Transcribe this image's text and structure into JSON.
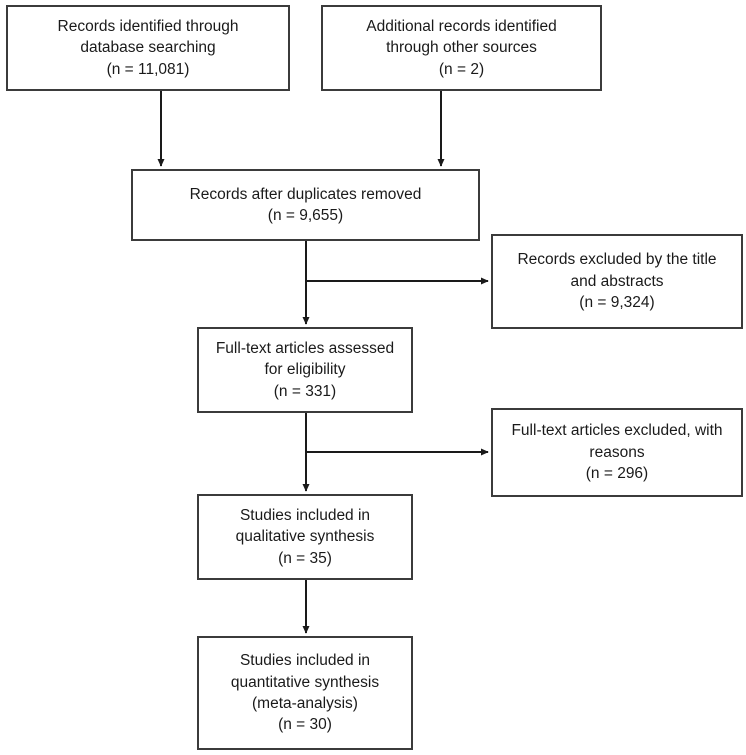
{
  "diagram": {
    "title": "PRISMA study selection flow diagram",
    "type": "flowchart",
    "line_color": "#3b3b3b",
    "text_color": "#1a1a1a",
    "background": "#ffffff"
  },
  "nodes": {
    "db_records": {
      "name": "records-identified-database",
      "lines": [
        "Records identified through",
        "database searching",
        "(n = 11,081)"
      ],
      "count": 11081
    },
    "other_records": {
      "name": "records-identified-other-sources",
      "lines": [
        "Additional records identified",
        "through other sources",
        "(n = 2)"
      ],
      "count": 2
    },
    "after_duplicates": {
      "name": "records-after-duplicates-removed",
      "lines": [
        "Records after duplicates removed",
        "(n = 9,655)"
      ],
      "count": 9655
    },
    "excluded_title": {
      "name": "records-excluded-title-abstract",
      "lines": [
        "Records excluded by the title",
        "and abstracts",
        "(n = 9,324)"
      ],
      "count": 9324
    },
    "fulltext_assessed": {
      "name": "fulltext-articles-assessed",
      "lines": [
        "Full-text articles assessed",
        "for eligibility",
        "(n = 331)"
      ],
      "count": 331
    },
    "fulltext_excluded": {
      "name": "fulltext-articles-excluded",
      "lines": [
        "Full-text articles excluded, with",
        "reasons",
        "(n = 296)"
      ],
      "count": 296
    },
    "qualitative": {
      "name": "studies-qualitative-synthesis",
      "lines": [
        "Studies included in",
        "qualitative synthesis",
        "(n = 35)"
      ],
      "count": 35
    },
    "quantitative": {
      "name": "studies-quantitative-synthesis",
      "lines": [
        "Studies included in",
        "quantitative synthesis",
        "(meta-analysis)",
        "(n = 30)"
      ],
      "count": 30
    }
  },
  "edges": [
    {
      "name": "edge-db-to-duplicates",
      "from": "db_records",
      "to": "after_duplicates",
      "direction": "down"
    },
    {
      "name": "edge-other-to-duplicates",
      "from": "other_records",
      "to": "after_duplicates",
      "direction": "down"
    },
    {
      "name": "edge-duplicates-to-assessed",
      "from": "after_duplicates",
      "to": "fulltext_assessed",
      "direction": "down"
    },
    {
      "name": "edge-duplicates-to-excluded",
      "from": "after_duplicates",
      "to": "excluded_title",
      "direction": "right"
    },
    {
      "name": "edge-assessed-to-qualitative",
      "from": "fulltext_assessed",
      "to": "qualitative",
      "direction": "down"
    },
    {
      "name": "edge-assessed-to-excluded",
      "from": "fulltext_assessed",
      "to": "fulltext_excluded",
      "direction": "right"
    },
    {
      "name": "edge-qualitative-to-quantitative",
      "from": "qualitative",
      "to": "quantitative",
      "direction": "down"
    }
  ]
}
